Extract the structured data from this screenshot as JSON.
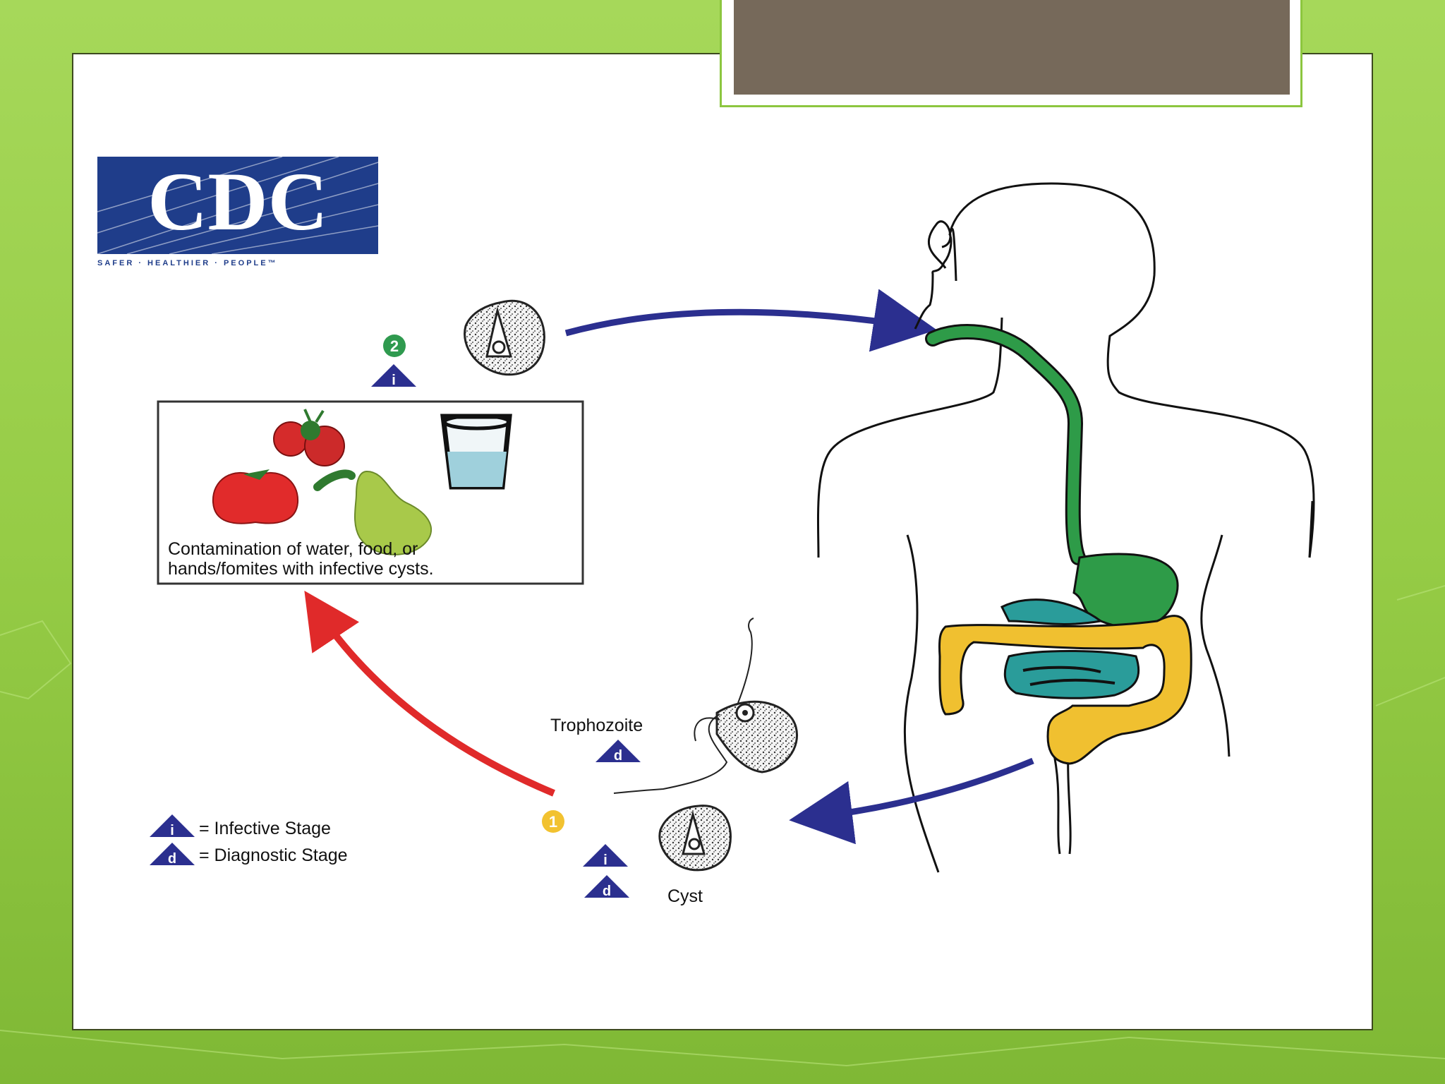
{
  "logo": {
    "text": "CDC",
    "tagline": "SAFER · HEALTHIER · PEOPLE™"
  },
  "contamination_box": {
    "line1": "Contamination of water, food, or",
    "line2": "hands/fomites with infective cysts."
  },
  "stage_numbers": {
    "one": "1",
    "two": "2"
  },
  "markers": {
    "infective": "i",
    "diagnostic": "d"
  },
  "labels": {
    "trophozoite": "Trophozoite",
    "cyst": "Cyst"
  },
  "legend": {
    "infective": "= Infective Stage",
    "diagnostic": "= Diagnostic Stage"
  },
  "colors": {
    "navy": "#2b2f8f",
    "red_arrow": "#e02a2a",
    "green_stage": "#2f9a4f",
    "yellow_stage": "#f2c230",
    "digestive_green": "#2e9b48",
    "intestine_yellow": "#f0c030",
    "intestine_teal": "#2a9c9a",
    "title_box": "#76695a"
  }
}
